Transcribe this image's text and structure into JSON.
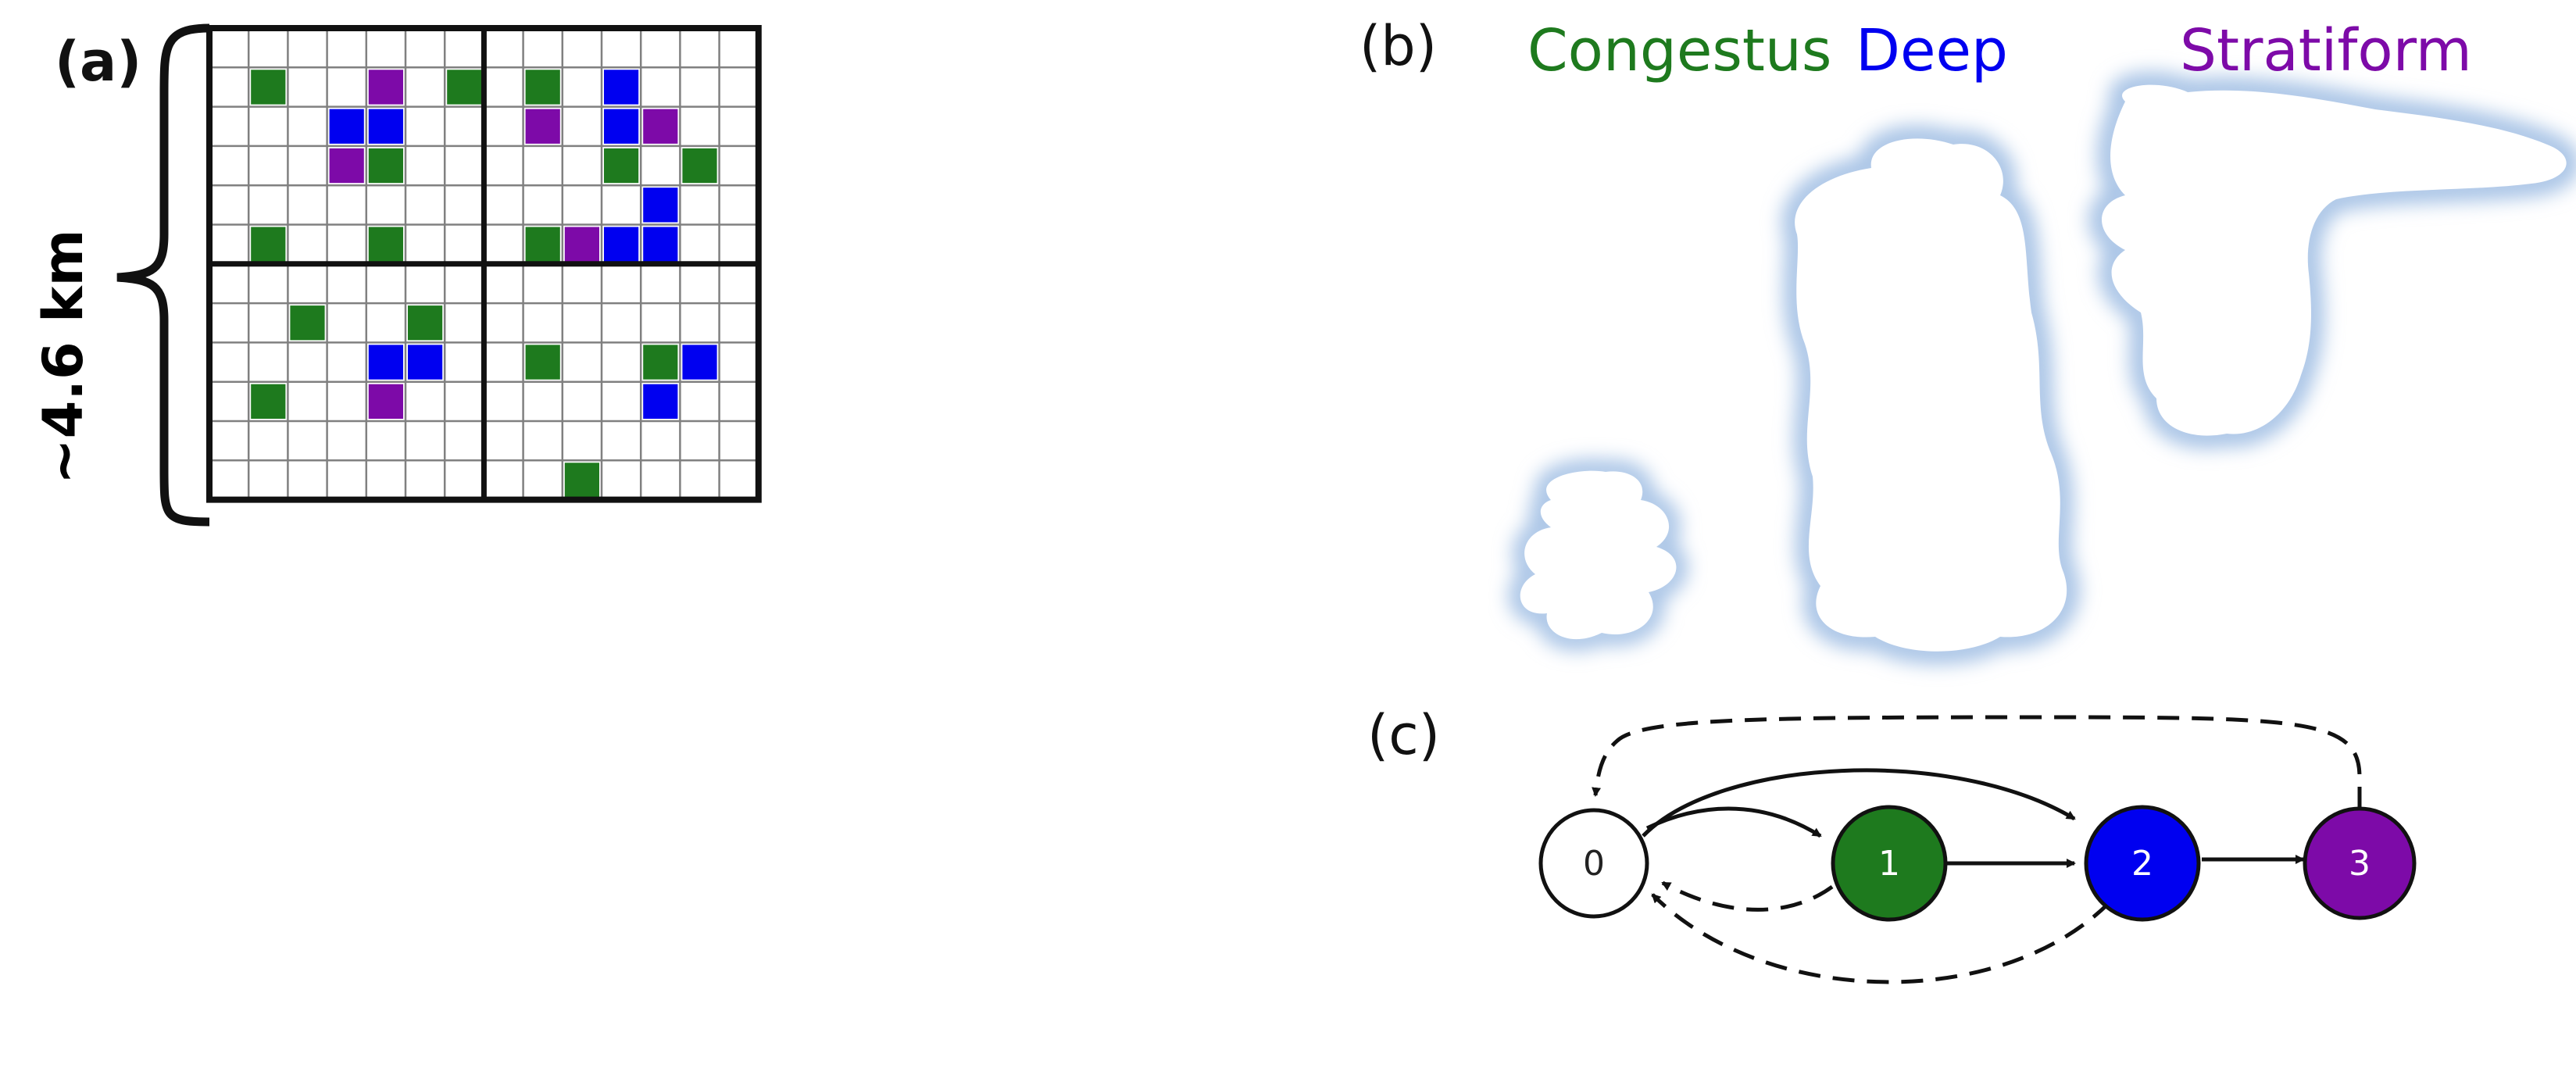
{
  "panels": {
    "a": "(a)",
    "b": "(b)",
    "c": "(c)"
  },
  "scale_label": "~4.6 km",
  "legend": {
    "congestus": "Congestus",
    "deep": "Deep",
    "stratiform": "Stratiform"
  },
  "colors": {
    "congestus": "#1e7a1e",
    "deep": "#0000f0",
    "stratiform": "#7d0aa8",
    "clear": "#ffffff",
    "cloud_fill": "#ffffff",
    "cloud_edge": "#a9c4e6"
  },
  "grid": {
    "columns": 14,
    "rows": 12,
    "cells": [
      {
        "row": 1,
        "col": 1,
        "type": "congestus"
      },
      {
        "row": 1,
        "col": 4,
        "type": "stratiform"
      },
      {
        "row": 1,
        "col": 6,
        "type": "congestus"
      },
      {
        "row": 1,
        "col": 8,
        "type": "congestus"
      },
      {
        "row": 1,
        "col": 10,
        "type": "deep"
      },
      {
        "row": 2,
        "col": 3,
        "type": "deep"
      },
      {
        "row": 2,
        "col": 4,
        "type": "deep"
      },
      {
        "row": 2,
        "col": 8,
        "type": "stratiform"
      },
      {
        "row": 2,
        "col": 10,
        "type": "deep"
      },
      {
        "row": 2,
        "col": 11,
        "type": "stratiform"
      },
      {
        "row": 3,
        "col": 3,
        "type": "stratiform"
      },
      {
        "row": 3,
        "col": 4,
        "type": "congestus"
      },
      {
        "row": 3,
        "col": 10,
        "type": "congestus"
      },
      {
        "row": 3,
        "col": 12,
        "type": "congestus"
      },
      {
        "row": 4,
        "col": 11,
        "type": "deep"
      },
      {
        "row": 5,
        "col": 1,
        "type": "congestus"
      },
      {
        "row": 5,
        "col": 4,
        "type": "congestus"
      },
      {
        "row": 5,
        "col": 8,
        "type": "congestus"
      },
      {
        "row": 5,
        "col": 9,
        "type": "stratiform"
      },
      {
        "row": 5,
        "col": 10,
        "type": "deep"
      },
      {
        "row": 5,
        "col": 11,
        "type": "deep"
      },
      {
        "row": 7,
        "col": 2,
        "type": "congestus"
      },
      {
        "row": 7,
        "col": 5,
        "type": "congestus"
      },
      {
        "row": 8,
        "col": 4,
        "type": "deep"
      },
      {
        "row": 8,
        "col": 5,
        "type": "deep"
      },
      {
        "row": 8,
        "col": 8,
        "type": "congestus"
      },
      {
        "row": 8,
        "col": 11,
        "type": "congestus"
      },
      {
        "row": 8,
        "col": 12,
        "type": "deep"
      },
      {
        "row": 9,
        "col": 1,
        "type": "congestus"
      },
      {
        "row": 9,
        "col": 4,
        "type": "stratiform"
      },
      {
        "row": 9,
        "col": 11,
        "type": "deep"
      },
      {
        "row": 11,
        "col": 9,
        "type": "congestus"
      }
    ]
  },
  "states": [
    {
      "id": "0",
      "type": "clear"
    },
    {
      "id": "1",
      "type": "congestus"
    },
    {
      "id": "2",
      "type": "deep"
    },
    {
      "id": "3",
      "type": "stratiform"
    }
  ],
  "transitions": [
    {
      "from": "0",
      "to": "1",
      "style": "solid"
    },
    {
      "from": "0",
      "to": "2",
      "style": "solid"
    },
    {
      "from": "1",
      "to": "2",
      "style": "solid"
    },
    {
      "from": "2",
      "to": "3",
      "style": "solid"
    },
    {
      "from": "1",
      "to": "0",
      "style": "dashed"
    },
    {
      "from": "2",
      "to": "0",
      "style": "dashed"
    },
    {
      "from": "3",
      "to": "0",
      "style": "dashed"
    }
  ]
}
